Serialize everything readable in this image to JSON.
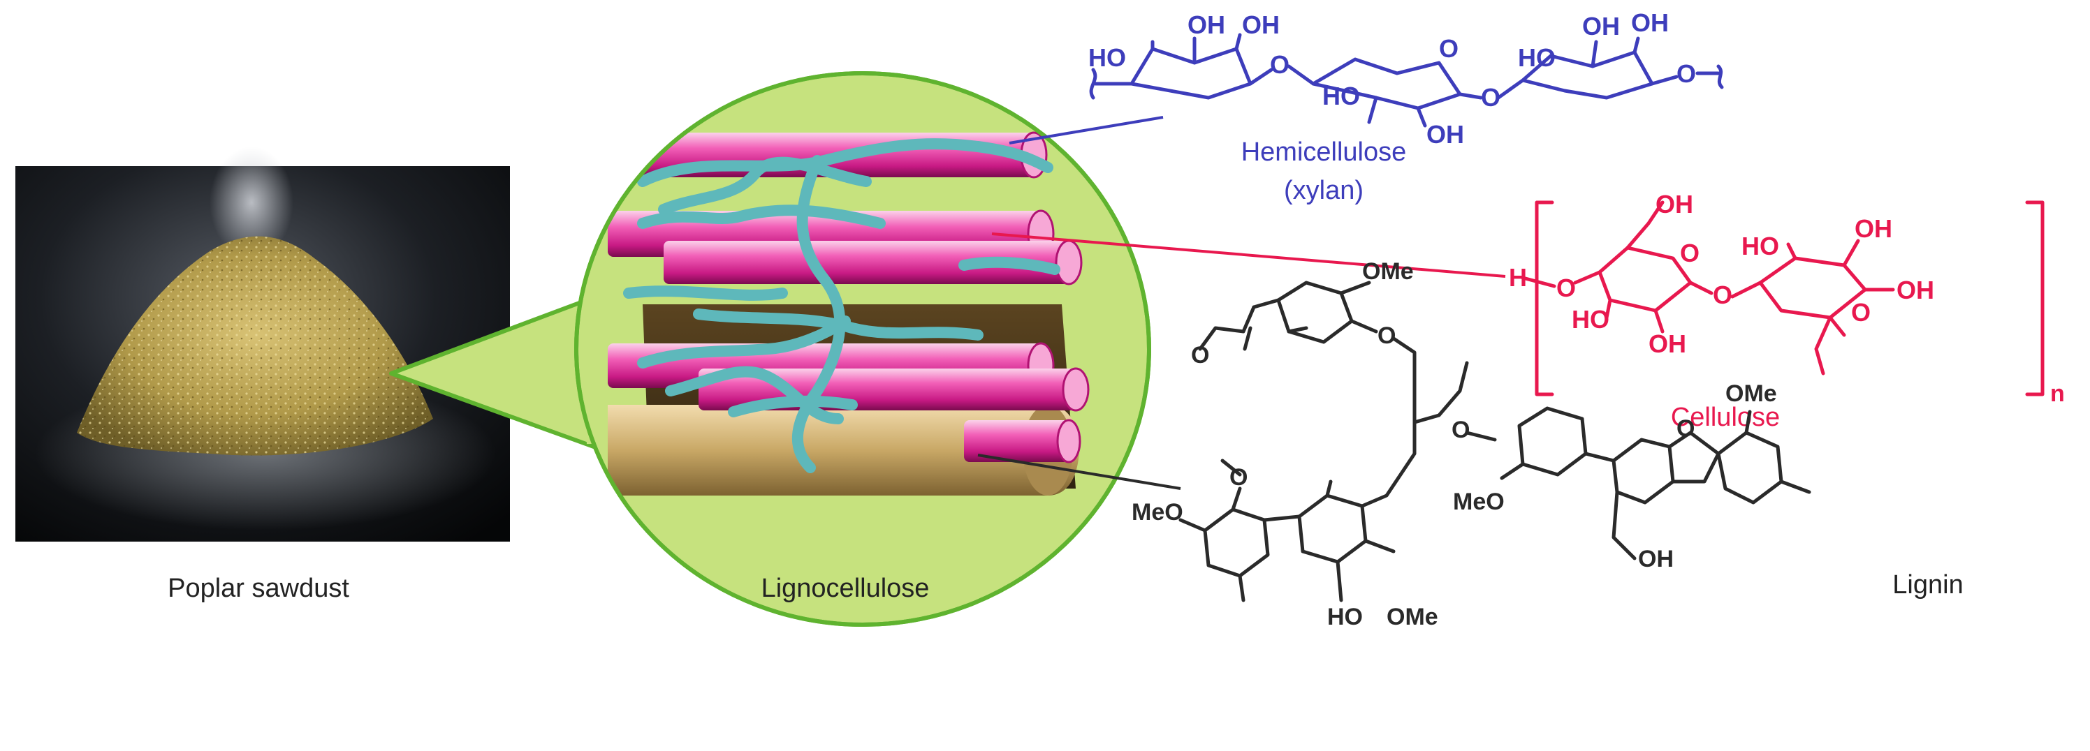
{
  "labels": {
    "poplar": "Poplar sawdust",
    "lignocellulose": "Lignocellulose",
    "hemicellulose": "Hemicellulose",
    "xylan": "(xylan)",
    "cellulose": "Cellulose",
    "lignin": "Lignin"
  },
  "hemi_atoms": {
    "oh1": "OH",
    "oh2": "OH",
    "oh3": "OH",
    "oh4": "OH",
    "oh5": "OH",
    "ho1": "HO",
    "ho2": "HO",
    "ho3": "HO",
    "o1": "O",
    "o2": "O",
    "o3": "O",
    "o4": "O",
    "o5": "O"
  },
  "cell_atoms": {
    "h": "H",
    "o1": "O",
    "o2": "O",
    "o3": "O",
    "o4": "O",
    "oh1": "OH",
    "oh2": "OH",
    "oh3": "OH",
    "oh4": "OH",
    "ho1": "HO",
    "ho2": "HO",
    "n": "n"
  },
  "lignin_atoms": {
    "o_ald": "O",
    "ome1": "OMe",
    "o1": "O",
    "o2": "O",
    "o3": "O",
    "o4": "O",
    "ome2": "OMe",
    "meo1": "MeO",
    "ho": "HO",
    "ome3": "OMe",
    "meo2": "MeO",
    "oh": "OH"
  },
  "colors": {
    "hemicellulose": "#3d3dbb",
    "cellulose": "#e8184e",
    "lignin": "#2a2a2a",
    "ellipse_fill": "#c6e27e",
    "ellipse_stroke": "#5fb32f",
    "fiber_pink": "#e94fa8",
    "strand_teal": "#5eb8bb",
    "lignin_sheet": "#c9a866"
  }
}
